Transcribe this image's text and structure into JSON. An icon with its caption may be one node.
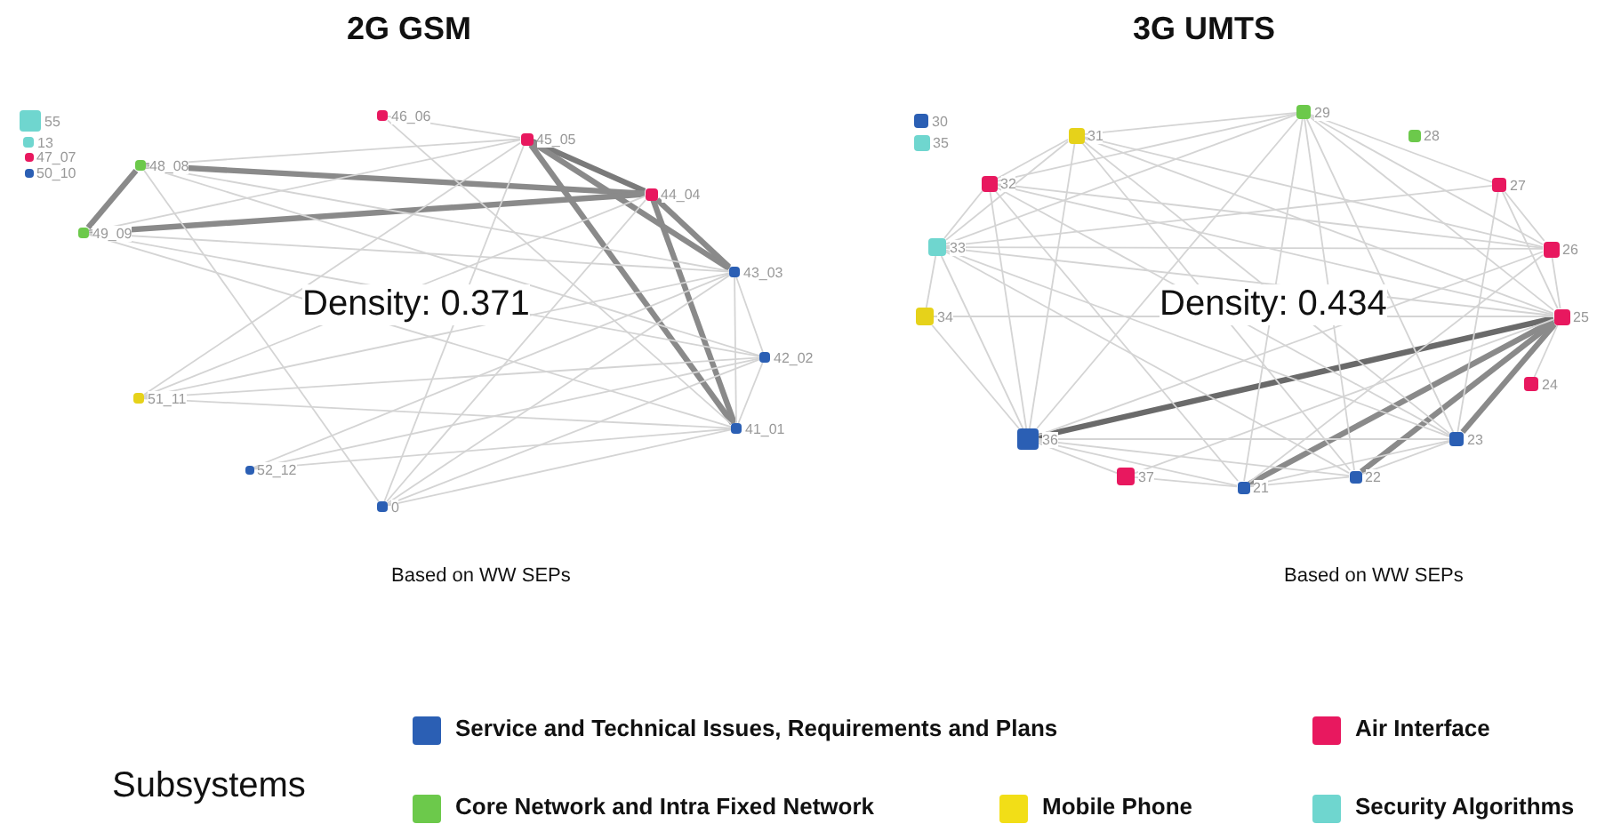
{
  "diagram": {
    "nodes": [
      {
        "text": [],
        "shape": "box",
        "beside": [
          "55"
        ]
      },
      {
        "text": [],
        "shape": "box",
        "beside": [
          "13"
        ]
      },
      {
        "text": [],
        "shape": "box",
        "beside": [
          "47_07"
        ]
      },
      {
        "text": [],
        "shape": "box",
        "beside": [
          "50_10"
        ]
      },
      {
        "text": [],
        "shape": "box",
        "beside": [
          "48_08"
        ]
      },
      {
        "text": [],
        "shape": "box",
        "beside": [
          "49_09"
        ]
      },
      {
        "text": [],
        "shape": "box",
        "beside": [
          "46_06"
        ]
      },
      {
        "text": [],
        "shape": "box",
        "beside": [
          "45_05"
        ]
      },
      {
        "text": [],
        "shape": "box",
        "beside": [
          "44_04"
        ]
      },
      {
        "text": [],
        "shape": "box",
        "beside": [
          "43_03"
        ]
      },
      {
        "text": [],
        "shape": "box",
        "beside": [
          "42_02"
        ]
      },
      {
        "text": [],
        "shape": "box",
        "beside": [
          "41_01"
        ]
      },
      {
        "text": [],
        "shape": "box",
        "beside": [
          "51_11"
        ]
      },
      {
        "text": [],
        "shape": "box",
        "beside": [
          "52_12"
        ]
      },
      {
        "text": [],
        "shape": "box",
        "beside": [
          "0"
        ]
      },
      {
        "text": [],
        "shape": "box",
        "beside": [
          "30"
        ]
      },
      {
        "text": [],
        "shape": "box",
        "beside": [
          "35"
        ]
      },
      {
        "text": [],
        "shape": "box",
        "beside": [
          "31"
        ]
      },
      {
        "text": [],
        "shape": "box",
        "beside": [
          "32"
        ]
      },
      {
        "text": [],
        "shape": "box",
        "beside": [
          "33"
        ]
      },
      {
        "text": [],
        "shape": "box",
        "beside": [
          "34"
        ]
      },
      {
        "text": [],
        "shape": "box",
        "beside": [
          "29"
        ]
      },
      {
        "text": [],
        "shape": "box",
        "beside": [
          "28"
        ]
      },
      {
        "text": [],
        "shape": "box",
        "beside": [
          "27"
        ]
      },
      {
        "text": [],
        "shape": "box",
        "beside": [
          "26"
        ]
      },
      {
        "text": [],
        "shape": "box",
        "beside": [
          "25"
        ]
      },
      {
        "text": [],
        "shape": "box",
        "beside": [
          "24"
        ]
      },
      {
        "text": [],
        "shape": "box",
        "beside": [
          "23"
        ]
      },
      {
        "text": [],
        "shape": "box",
        "beside": [
          "22"
        ]
      },
      {
        "text": [],
        "shape": "box",
        "beside": [
          "21"
        ]
      },
      {
        "text": [],
        "shape": "box",
        "beside": [
          "36"
        ]
      },
      {
        "text": [],
        "shape": "box",
        "beside": [
          "37"
        ]
      }
    ],
    "edges": [
      {
        "from": 7,
        "to": 8,
        "arrow": "none",
        "style": "thick",
        "color": "#7a7a7a"
      },
      {
        "from": 7,
        "to": 11,
        "arrow": "none",
        "style": "thick",
        "color": "#8a8a8a"
      },
      {
        "from": 8,
        "to": 11,
        "arrow": "none",
        "style": "thick",
        "color": "#8a8a8a"
      },
      {
        "from": 7,
        "to": 9,
        "arrow": "none",
        "style": "thick",
        "color": "#8a8a8a"
      },
      {
        "from": 8,
        "to": 9,
        "arrow": "none",
        "style": "thick",
        "color": "#8a8a8a"
      },
      {
        "from": 4,
        "to": 8,
        "arrow": "none",
        "style": "thick",
        "color": "#8a8a8a"
      },
      {
        "from": 5,
        "to": 8,
        "arrow": "none",
        "style": "thick",
        "color": "#8a8a8a"
      },
      {
        "from": 4,
        "to": 5,
        "arrow": "none",
        "style": "thick",
        "color": "#8a8a8a"
      },
      {
        "from": 6,
        "to": 7,
        "arrow": "none"
      },
      {
        "from": 6,
        "to": 11,
        "arrow": "none"
      },
      {
        "from": 4,
        "to": 7,
        "arrow": "none"
      },
      {
        "from": 4,
        "to": 9,
        "arrow": "none"
      },
      {
        "from": 4,
        "to": 10,
        "arrow": "none"
      },
      {
        "from": 4,
        "to": 14,
        "arrow": "none"
      },
      {
        "from": 5,
        "to": 9,
        "arrow": "none"
      },
      {
        "from": 5,
        "to": 10,
        "arrow": "none"
      },
      {
        "from": 5,
        "to": 11,
        "arrow": "none"
      },
      {
        "from": 5,
        "to": 7,
        "arrow": "none"
      },
      {
        "from": 12,
        "to": 7,
        "arrow": "none"
      },
      {
        "from": 12,
        "to": 9,
        "arrow": "none"
      },
      {
        "from": 12,
        "to": 10,
        "arrow": "none"
      },
      {
        "from": 12,
        "to": 11,
        "arrow": "none"
      },
      {
        "from": 12,
        "to": 8,
        "arrow": "none"
      },
      {
        "from": 13,
        "to": 9,
        "arrow": "none"
      },
      {
        "from": 13,
        "to": 11,
        "arrow": "none"
      },
      {
        "from": 13,
        "to": 10,
        "arrow": "none"
      },
      {
        "from": 14,
        "to": 11,
        "arrow": "none"
      },
      {
        "from": 14,
        "to": 10,
        "arrow": "none"
      },
      {
        "from": 14,
        "to": 9,
        "arrow": "none"
      },
      {
        "from": 14,
        "to": 7,
        "arrow": "none"
      },
      {
        "from": 14,
        "to": 8,
        "arrow": "none"
      },
      {
        "from": 9,
        "to": 10,
        "arrow": "none"
      },
      {
        "from": 10,
        "to": 11,
        "arrow": "none"
      },
      {
        "from": 9,
        "to": 11,
        "arrow": "none"
      },
      {
        "from": 30,
        "to": 25,
        "arrow": "none",
        "style": "thick",
        "color": "#6a6a6a"
      },
      {
        "from": 29,
        "to": 25,
        "arrow": "none",
        "style": "thick",
        "color": "#8a8a8a"
      },
      {
        "from": 27,
        "to": 25,
        "arrow": "none",
        "style": "thick",
        "color": "#8a8a8a"
      },
      {
        "from": 28,
        "to": 25,
        "arrow": "none",
        "style": "thick",
        "color": "#8a8a8a"
      },
      {
        "from": 17,
        "to": 18,
        "arrow": "none"
      },
      {
        "from": 17,
        "to": 19,
        "arrow": "none"
      },
      {
        "from": 17,
        "to": 21,
        "arrow": "none"
      },
      {
        "from": 17,
        "to": 24,
        "arrow": "none"
      },
      {
        "from": 17,
        "to": 25,
        "arrow": "none"
      },
      {
        "from": 17,
        "to": 27,
        "arrow": "none"
      },
      {
        "from": 17,
        "to": 30,
        "arrow": "none"
      },
      {
        "from": 17,
        "to": 28,
        "arrow": "none"
      },
      {
        "from": 18,
        "to": 19,
        "arrow": "none"
      },
      {
        "from": 18,
        "to": 21,
        "arrow": "none"
      },
      {
        "from": 18,
        "to": 24,
        "arrow": "none"
      },
      {
        "from": 18,
        "to": 25,
        "arrow": "none"
      },
      {
        "from": 18,
        "to": 30,
        "arrow": "none"
      },
      {
        "from": 18,
        "to": 27,
        "arrow": "none"
      },
      {
        "from": 18,
        "to": 29,
        "arrow": "none"
      },
      {
        "from": 19,
        "to": 20,
        "arrow": "none"
      },
      {
        "from": 19,
        "to": 21,
        "arrow": "none"
      },
      {
        "from": 19,
        "to": 24,
        "arrow": "none"
      },
      {
        "from": 19,
        "to": 25,
        "arrow": "none"
      },
      {
        "from": 19,
        "to": 30,
        "arrow": "none"
      },
      {
        "from": 19,
        "to": 27,
        "arrow": "none"
      },
      {
        "from": 19,
        "to": 28,
        "arrow": "none"
      },
      {
        "from": 19,
        "to": 23,
        "arrow": "none"
      },
      {
        "from": 20,
        "to": 30,
        "arrow": "none"
      },
      {
        "from": 20,
        "to": 25,
        "arrow": "none"
      },
      {
        "from": 21,
        "to": 23,
        "arrow": "none"
      },
      {
        "from": 21,
        "to": 24,
        "arrow": "none"
      },
      {
        "from": 21,
        "to": 25,
        "arrow": "none"
      },
      {
        "from": 21,
        "to": 27,
        "arrow": "none"
      },
      {
        "from": 21,
        "to": 29,
        "arrow": "none"
      },
      {
        "from": 21,
        "to": 28,
        "arrow": "none"
      },
      {
        "from": 21,
        "to": 30,
        "arrow": "none"
      },
      {
        "from": 23,
        "to": 24,
        "arrow": "none"
      },
      {
        "from": 23,
        "to": 27,
        "arrow": "none"
      },
      {
        "from": 23,
        "to": 25,
        "arrow": "none"
      },
      {
        "from": 24,
        "to": 25,
        "arrow": "none"
      },
      {
        "from": 24,
        "to": 30,
        "arrow": "none"
      },
      {
        "from": 24,
        "to": 29,
        "arrow": "none"
      },
      {
        "from": 25,
        "to": 26,
        "arrow": "none"
      },
      {
        "from": 25,
        "to": 31,
        "arrow": "none"
      },
      {
        "from": 27,
        "to": 28,
        "arrow": "none"
      },
      {
        "from": 27,
        "to": 30,
        "arrow": "none"
      },
      {
        "from": 27,
        "to": 29,
        "arrow": "none"
      },
      {
        "from": 28,
        "to": 29,
        "arrow": "none"
      },
      {
        "from": 28,
        "to": 30,
        "arrow": "none"
      },
      {
        "from": 29,
        "to": 30,
        "arrow": "none"
      },
      {
        "from": 29,
        "to": 31,
        "arrow": "none"
      },
      {
        "from": 30,
        "to": 31,
        "arrow": "none"
      }
    ],
    "labels": [
      "2G GSM",
      "3G UMTS",
      "Density: 0.371",
      "Density: 0.434",
      "Based on WW SEPs",
      "Based on WW SEPs",
      "Subsystems"
    ],
    "legend": [
      {
        "text": "Service and Technical Issues, Requirements and Plans",
        "color": "#2b5fb4"
      },
      {
        "text": "Air Interface",
        "color": "#e8185f"
      },
      {
        "text": "Core Network and Intra Fixed Network",
        "color": "#6cc94b"
      },
      {
        "text": "Mobile Phone",
        "color": "#f2de17"
      },
      {
        "text": "Security Algorithms",
        "color": "#6fd6cf"
      }
    ]
  }
}
